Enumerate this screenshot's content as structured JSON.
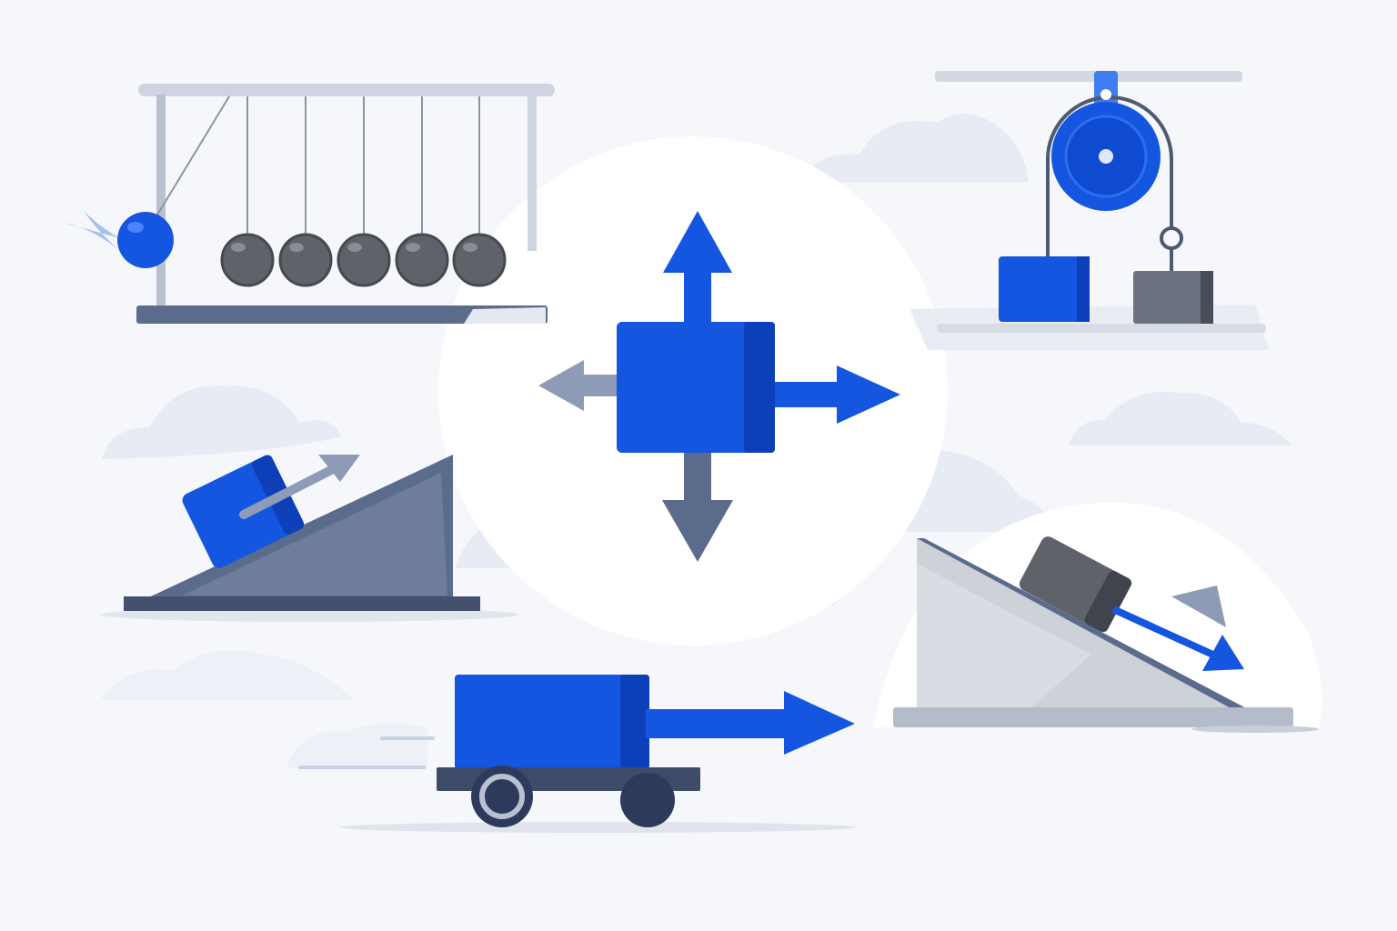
{
  "illustration": {
    "subjects": [
      "newtons-cradle",
      "pulley-with-weights",
      "free-body-force-diagram",
      "block-pushed-up-ramp",
      "block-sliding-down-incline",
      "cart-pushed-by-force"
    ]
  },
  "palette": {
    "background": "#f6f7fa",
    "cloud": "#e6ebf4",
    "halo": "#ffffff",
    "accent_blue": "#1456e0",
    "accent_blue_dark": "#0d3fb8",
    "slate": "#5b6b8c",
    "slate_dark": "#3e4b68",
    "steel": "#9aa6ba",
    "ball_gray": "#5f6268",
    "frame_light": "#cfd5e0",
    "incline_light": "#cdd1d8"
  }
}
